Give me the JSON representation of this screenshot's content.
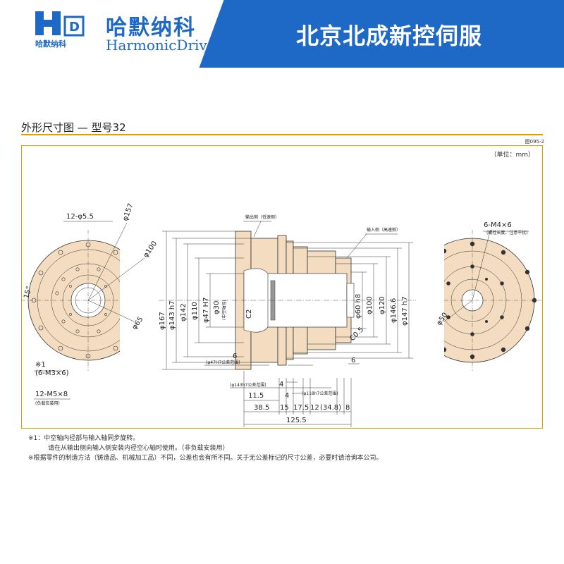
{
  "header": {
    "logo_text": "哈默纳科",
    "brand_cn": "哈默纳科",
    "brand_en": "HarmonicDrive",
    "company": "北京北成新控伺服"
  },
  "section": {
    "title": "外形尺寸图 — 型号32",
    "figure_no": "图095-2",
    "unit": "（单位：mm）"
  },
  "labels": {
    "holes_12_55": "12-φ5.5",
    "d157": "φ157",
    "d100_left": "φ100",
    "d65": "φ65",
    "angle15": "15°",
    "note1_mark": "※1",
    "m3": "(6-M3×6)",
    "m5": "12-M5×8",
    "m5_sub": "(负载安装用)",
    "m4": "6-M4×6",
    "m4_sub": "(螺栓长度、注意干扰)",
    "d50": "φ50",
    "output_side": "输出侧（低速侧）",
    "input_side": "输入侧（高速侧）",
    "d167": "φ167",
    "d143": "φ143 h7",
    "d142": "φ142",
    "d110": "φ110",
    "d47": "φ47 H7",
    "d30": "φ30",
    "d30_sub": "(中空轴径)",
    "c2": "C2",
    "d60": "φ60 h8",
    "d100": "φ100",
    "d120": "φ120",
    "d146": "φ146.6",
    "d147": "φ147 h7",
    "c05": "C0.5",
    "six_left": "6",
    "six_right": "6",
    "tol47": "(φ47H7公差范围)",
    "tol143": "(φ143h7公差范围)",
    "tol118": "(φ118h7公差范围)",
    "four_a": "4",
    "four_b": "4",
    "d115": "11.5",
    "d385": "38.5",
    "d15": "15",
    "d175": "17.5",
    "d12": "12",
    "d348": "(34.8)",
    "d8": "8",
    "d1255": "125.5"
  },
  "notes": {
    "line1": "※1：中空轴内径部与输入轴同步旋转。",
    "line2": "请在从输出侧向输入侧安装内径空心轴时使用。（非负载安装用）",
    "line3": "※根据零件的制造方法（铸造品、机械加工品）不同，公差也会有所不同。关于无公差标记的尺寸公差，必要时请洽询本公司。"
  },
  "colors": {
    "brand_blue": "#1e69c5",
    "accent_gold": "#e0a100",
    "part_fill": "#f3dcbf"
  }
}
